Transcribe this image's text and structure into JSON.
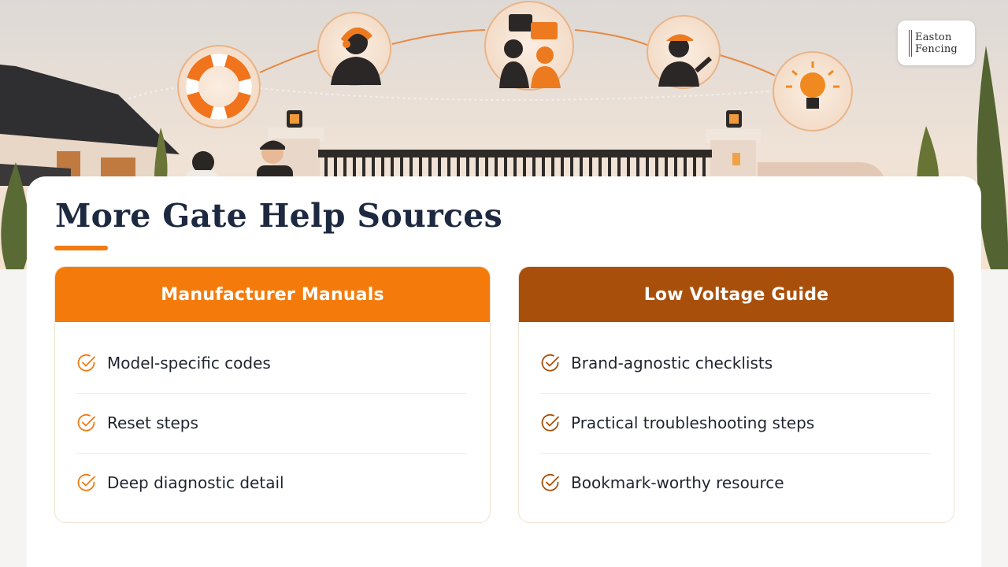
{
  "logo": {
    "line1": "Easton",
    "line2": "Fencing"
  },
  "page": {
    "title": "More Gate Help Sources"
  },
  "colors": {
    "accent": "#ef7b11",
    "panel_left": "#f47b0b",
    "panel_right": "#a84f0b",
    "text_dark": "#1d2940"
  },
  "hero": {
    "icons": [
      "life-ring-icon",
      "headset-support-icon",
      "chat-people-icon",
      "technician-wrench-icon",
      "light-bulb-icon"
    ]
  },
  "panels": [
    {
      "heading": "Manufacturer Manuals",
      "items": [
        "Model-specific codes",
        "Reset steps",
        "Deep diagnostic detail"
      ]
    },
    {
      "heading": "Low Voltage Guide",
      "items": [
        "Brand-agnostic checklists",
        "Practical troubleshooting steps",
        "Bookmark-worthy resource"
      ]
    }
  ]
}
